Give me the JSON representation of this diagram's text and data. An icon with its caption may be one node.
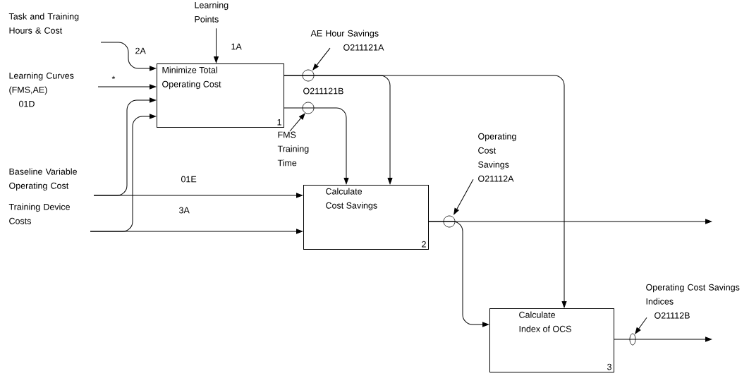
{
  "diagram": {
    "nodes": [
      {
        "text": [
          "Task and Training Hours & Cost"
        ]
      },
      {
        "text": [
          "Learning Points"
        ]
      },
      {
        "text": [
          "Learning Curves (FMS,AE)",
          "01D"
        ]
      },
      {
        "text": [
          "Minimize Total Operating Cost",
          "1"
        ]
      },
      {
        "text": [
          "AE Hour Savings",
          "O211121A"
        ]
      },
      {
        "text": [
          "FMS Training Time"
        ]
      },
      {
        "text": [
          "Baseline Variable Operating Cost"
        ]
      },
      {
        "text": [
          "Training Device Costs"
        ]
      },
      {
        "text": [
          "Calculate Cost Savings",
          "2"
        ]
      },
      {
        "text": [
          "Operating Cost Savings",
          "O21112A"
        ]
      },
      {
        "text": [
          "Calculate Index of OCS",
          "3"
        ]
      },
      {
        "text": [
          "Operating Cost Savings Indices",
          "O21112B"
        ]
      }
    ],
    "edges": [
      {
        "from": 0,
        "to": 3,
        "arrow": "to",
        "label": "2A"
      },
      {
        "from": 1,
        "to": 3,
        "arrow": "to",
        "label": "1A"
      },
      {
        "from": 2,
        "to": 3,
        "arrow": "to"
      },
      {
        "from": 6,
        "to": 3,
        "arrow": "to"
      },
      {
        "from": 7,
        "to": 3,
        "arrow": "to"
      },
      {
        "from": 6,
        "to": 8,
        "arrow": "to",
        "label": "01E"
      },
      {
        "from": 7,
        "to": 8,
        "arrow": "to",
        "label": "3A"
      },
      {
        "from": 3,
        "to": 8,
        "arrow": "to"
      },
      {
        "from": 3,
        "to": 8,
        "arrow": "to"
      },
      {
        "from": 3,
        "to": 10,
        "arrow": "to"
      },
      {
        "from": 8,
        "to": null,
        "arrow": "to"
      },
      {
        "from": 8,
        "to": 10,
        "arrow": "to"
      },
      {
        "from": 10,
        "to": null,
        "arrow": "to"
      },
      {
        "from": 4,
        "to": null,
        "arrow": "to"
      },
      {
        "from": 5,
        "to": null,
        "arrow": "to"
      },
      {
        "from": 9,
        "to": null,
        "arrow": "to"
      },
      {
        "from": 11,
        "to": null,
        "arrow": "to"
      }
    ],
    "labels": [
      "*",
      "O211121B"
    ]
  }
}
